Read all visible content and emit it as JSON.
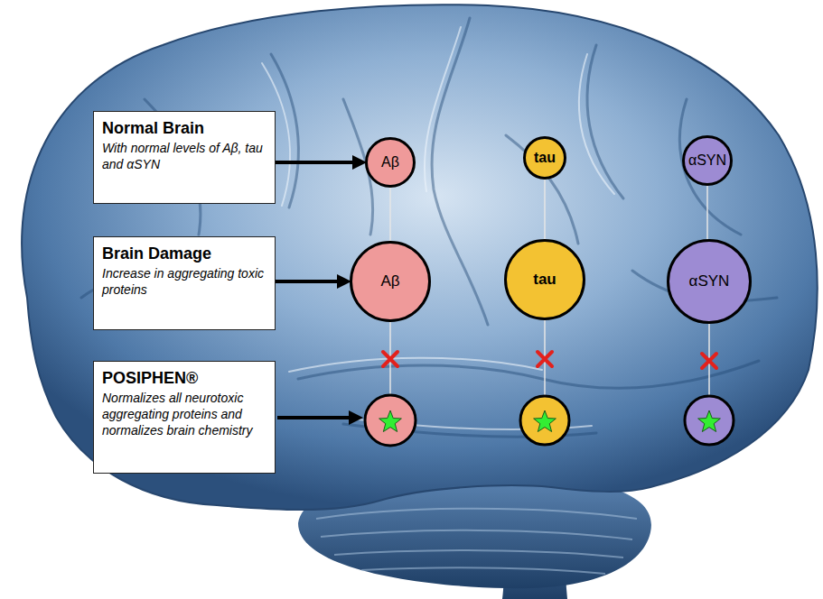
{
  "diagram": {
    "nodes": [
      {
        "text": [
          "Normal Brain",
          "With normal levels of Aβ, tau and αSYN"
        ]
      },
      {
        "text": [
          "Aβ"
        ]
      },
      {
        "text": [
          "tau"
        ]
      },
      {
        "text": [
          "αSYN"
        ]
      },
      {
        "text": [
          "Brain Damage",
          "Increase in aggregating toxic proteins"
        ]
      },
      {
        "text": [
          "Aβ"
        ]
      },
      {
        "text": [
          "tau"
        ]
      },
      {
        "text": [
          "αSYN"
        ]
      },
      {
        "text": [
          "POSIPHEN®",
          "Normalizes all neurotoxic aggregating proteins and normalizes brain chemistry"
        ]
      }
    ],
    "edges": [
      {
        "from": 0,
        "to": 1,
        "arrow": "to"
      },
      {
        "from": 4,
        "to": 5,
        "arrow": "to"
      },
      {
        "from": 1,
        "to": 5,
        "arrow": "none"
      },
      {
        "from": 2,
        "to": 6,
        "arrow": "none"
      },
      {
        "from": 3,
        "to": 7,
        "arrow": "none"
      }
    ]
  }
}
